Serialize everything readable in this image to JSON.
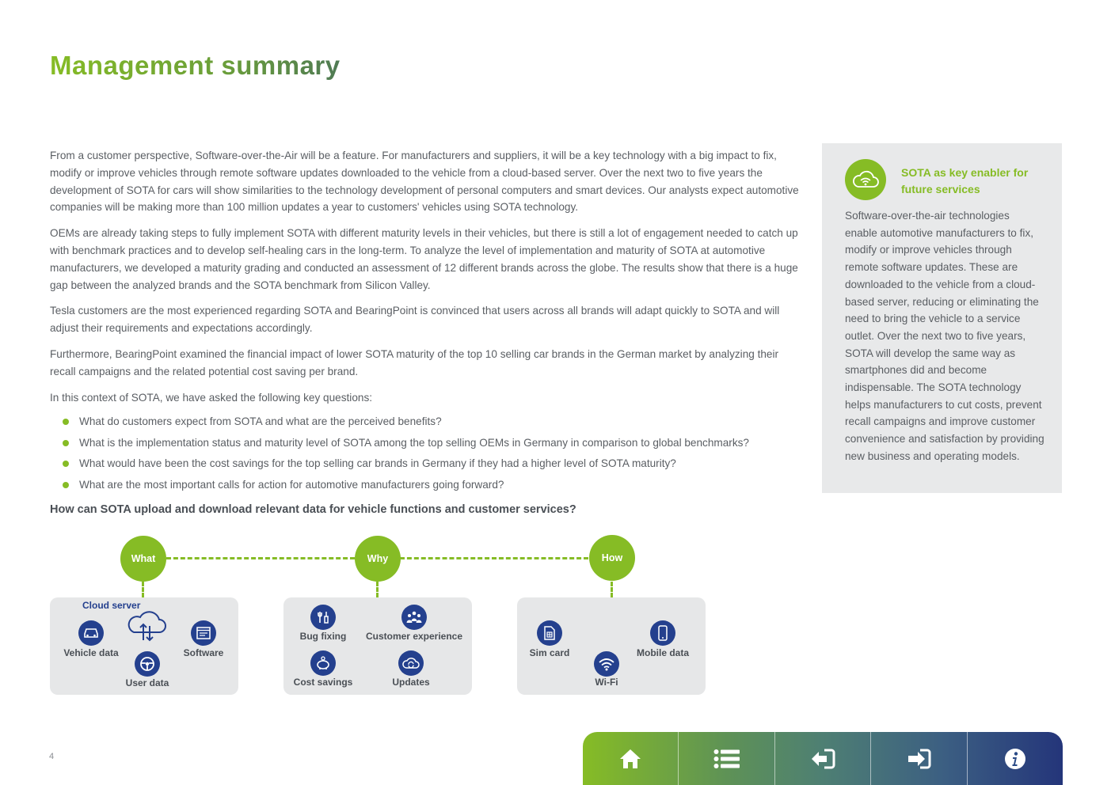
{
  "page": {
    "title": "Management summary",
    "page_number": "4"
  },
  "main": {
    "paragraphs": [
      "From a customer perspective, Software-over-the-Air will be a feature. For manufacturers and suppliers, it will be a key technology with a big impact to fix, modify or improve vehicles through remote software updates downloaded to the vehicle from a cloud-based server. Over the next two to five years the development of SOTA for cars will show similarities to the technology development of personal computers and smart devices. Our analysts expect automotive companies will be making more than 100 million updates a year to customers' vehicles using SOTA technology.",
      "OEMs are already taking steps to fully implement SOTA with different maturity levels in their vehicles, but there is still a lot of engagement needed to catch up with benchmark practices and to develop self-healing cars in the long-term. To analyze the level of implementation and maturity of SOTA at automotive manufacturers, we developed a maturity grading and conducted an assessment of 12 different brands across the globe. The results show that there is a huge gap between the analyzed brands and the SOTA benchmark from Silicon Valley.",
      "Tesla customers are the most experienced regarding SOTA and BearingPoint is convinced that users across all brands will adapt quickly to SOTA and will adjust their requirements and expectations accordingly.",
      "Furthermore, BearingPoint examined the financial impact of lower SOTA maturity of the top 10 selling car brands in the German market by analyzing their recall campaigns and the related potential cost saving per brand.",
      "In this context of SOTA, we have asked the following key questions:"
    ],
    "questions": [
      "What do customers expect from SOTA and what are the perceived benefits?",
      "What is the implementation status and maturity level of SOTA among the top selling OEMs in Germany in comparison to global benchmarks?",
      "What would have been the cost savings for the top selling car brands in Germany if they had a higher level of SOTA maturity?",
      "What are the most important calls for action for automotive manufacturers going forward?"
    ],
    "subheading": "How can SOTA upload and download relevant data for vehicle functions and customer services?"
  },
  "sidebar": {
    "icon": "cloud-wifi-icon",
    "title": "SOTA as key enabler for future services",
    "body": "Software-over-the-air technologies enable automotive manufacturers to fix, modify or improve vehicles through remote software updates. These are downloaded to the vehicle from a cloud-based server, reducing or eliminating the need to bring the vehicle to a service outlet. Over the next two to five years, SOTA will develop the same way as smartphones did and become indispensable. The SOTA technology helps manufacturers to cut costs, prevent recall campaigns and improve customer convenience and satisfaction by providing new business and operating models."
  },
  "diagram": {
    "nodes": [
      "What",
      "Why",
      "How"
    ],
    "what": {
      "cloud_label": "Cloud server",
      "vehicle": "Vehicle data",
      "software": "Software",
      "user": "User data"
    },
    "why": {
      "bug": "Bug fixing",
      "cx": "Customer experience",
      "cost": "Cost savings",
      "updates": "Updates"
    },
    "how": {
      "sim": "Sim card",
      "mobile": "Mobile data",
      "wifi": "Wi-Fi"
    }
  },
  "navbar": {
    "buttons": [
      "home-icon",
      "list-icon",
      "back-icon",
      "forward-icon",
      "info-icon"
    ]
  },
  "colors": {
    "accent_green": "#86bc25",
    "icon_blue": "#24408e",
    "sidebar_bg": "#e8e9ea"
  }
}
